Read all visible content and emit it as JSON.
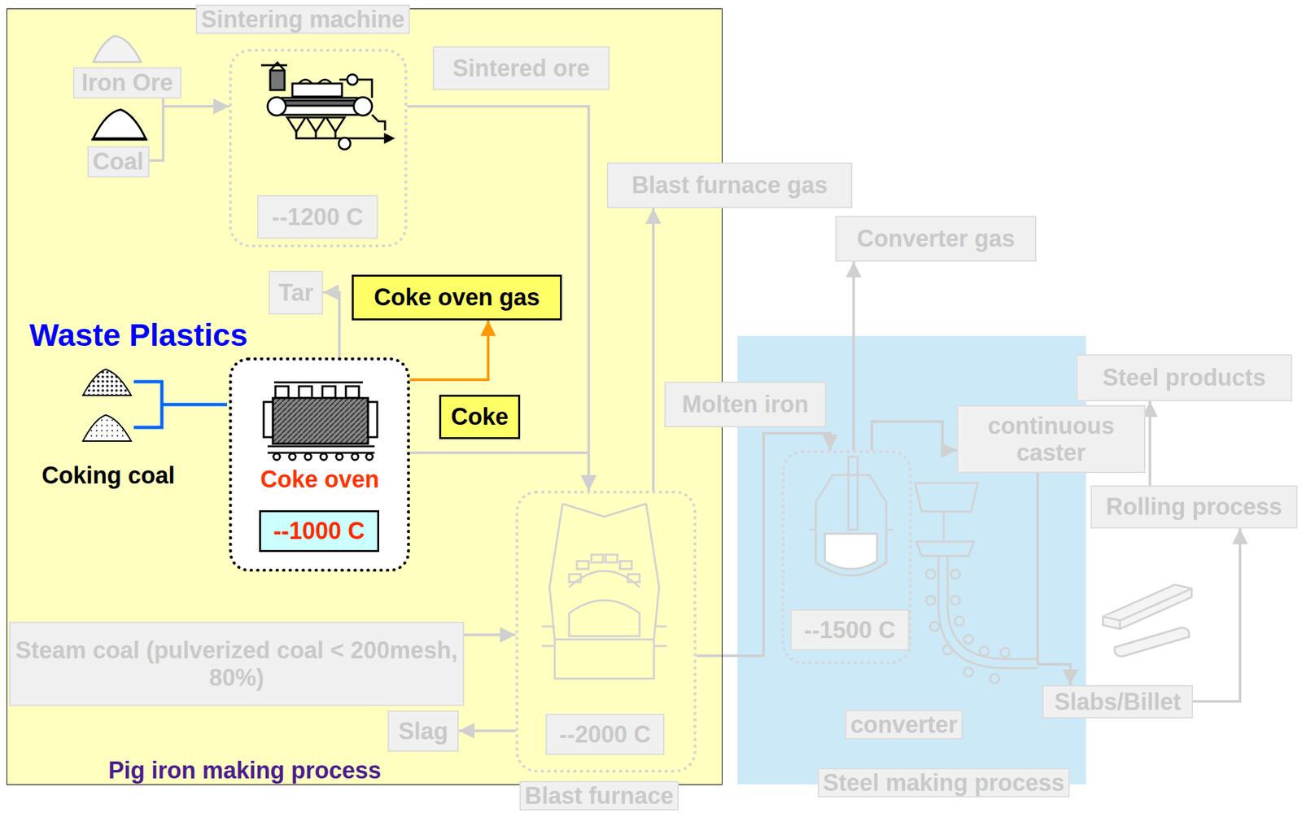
{
  "diagram": {
    "nodes": [
      {
        "text": [
          "Pig iron making process"
        ]
      },
      {
        "text": [
          "Sintering machine"
        ],
        "in": 0
      },
      {
        "text": [
          "--1200 C"
        ],
        "in": 1
      },
      {
        "text": [
          "Iron Ore"
        ],
        "in": 0
      },
      {
        "text": [
          "Coal"
        ],
        "in": 0
      },
      {
        "text": [
          "Sintered ore"
        ],
        "in": 0
      },
      {
        "text": [
          "Tar"
        ],
        "in": 0
      },
      {
        "text": [
          "Coke oven gas"
        ],
        "in": 0
      },
      {
        "text": [
          "Coke oven"
        ],
        "in": 0
      },
      {
        "text": [
          "--1000 C"
        ],
        "in": 8
      },
      {
        "text": [
          "Coke"
        ],
        "in": 0
      },
      {
        "text": [
          "Blast furnace gas"
        ],
        "in": 0
      },
      {
        "text": [
          "Steam coal (pulverized coal < 200mesh, 80%)"
        ],
        "in": 0
      },
      {
        "text": [
          "Slag"
        ],
        "in": 0
      },
      {
        "text": [
          "Blast furnace"
        ],
        "in": 0
      },
      {
        "text": [
          "--2000 C"
        ],
        "in": 14
      },
      {
        "text": [
          "Molten iron"
        ]
      },
      {
        "text": [
          "Converter gas"
        ]
      },
      {
        "text": [
          "Steel making process"
        ]
      },
      {
        "text": [
          "converter"
        ],
        "in": 18
      },
      {
        "text": [
          "--1500 C"
        ],
        "in": 19
      },
      {
        "text": [
          "continuous caster"
        ],
        "in": 18
      },
      {
        "text": [
          "Steel products"
        ]
      },
      {
        "text": [
          "Rolling process"
        ]
      },
      {
        "text": [
          "Slabs/Billet"
        ]
      }
    ],
    "edges": [
      {
        "from": 3,
        "to": 1,
        "arrow": "to"
      },
      {
        "from": 4,
        "to": 1,
        "arrow": "to"
      },
      {
        "from": 1,
        "to": 14,
        "arrow": "to"
      },
      {
        "from": 8,
        "to": 6,
        "arrow": "to"
      },
      {
        "from": 8,
        "to": 7,
        "arrow": "to"
      },
      {
        "from": 8,
        "to": 14,
        "arrow": "to"
      },
      {
        "from": 14,
        "to": 11,
        "arrow": "to"
      },
      {
        "from": 12,
        "to": 14,
        "arrow": "to"
      },
      {
        "from": 14,
        "to": 13,
        "arrow": "to"
      },
      {
        "from": 14,
        "to": 19,
        "arrow": "to"
      },
      {
        "from": 19,
        "to": 17,
        "arrow": "to"
      },
      {
        "from": 19,
        "to": 21,
        "arrow": "to"
      },
      {
        "from": 21,
        "to": 24,
        "arrow": "to"
      },
      {
        "from": 24,
        "to": 23,
        "arrow": "to"
      },
      {
        "from": 23,
        "to": 22,
        "arrow": "to"
      }
    ],
    "labels": [
      "Waste Plastics",
      "Coking coal"
    ]
  }
}
